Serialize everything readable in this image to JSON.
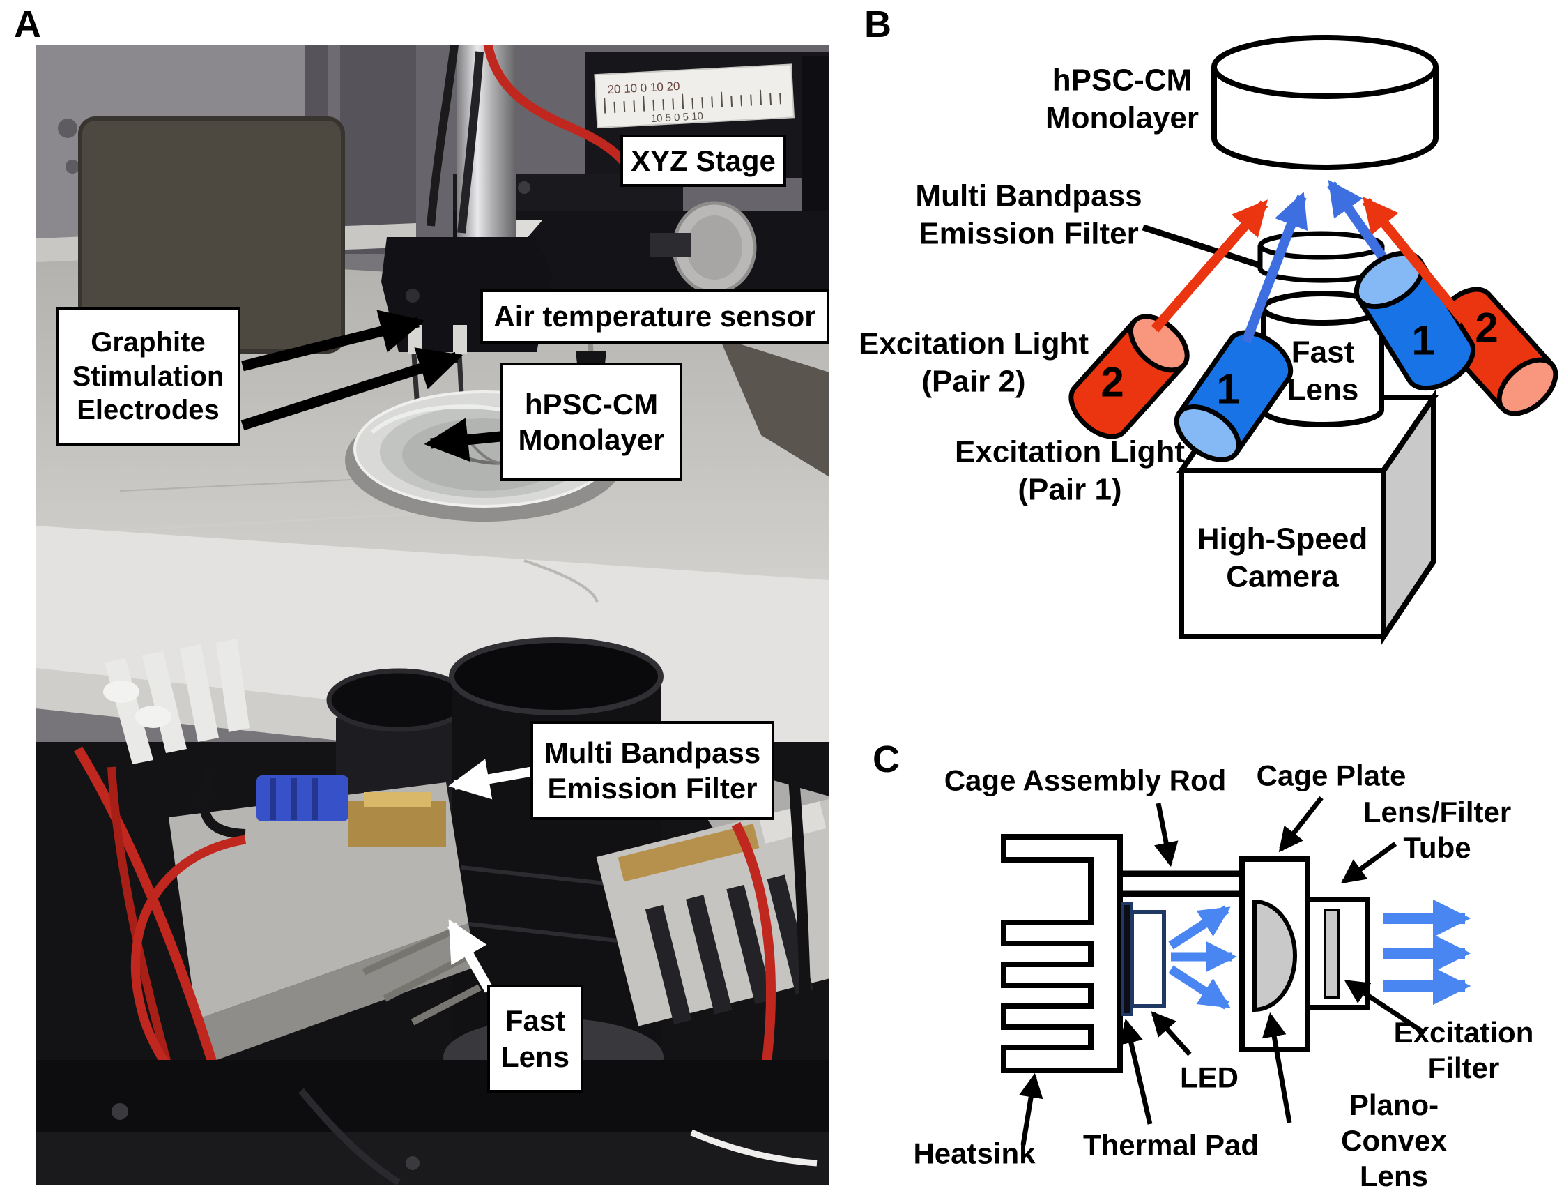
{
  "figure_title": "Optical mapping system figure",
  "panelA": {
    "tag": "A",
    "labels": {
      "graphite_electrodes": "Graphite\nStimulation\nElectrodes",
      "xyz_stage": "XYZ Stage",
      "air_temp_sensor": "Air temperature sensor",
      "monolayer": "hPSC-CM\nMonolayer",
      "emission_filter": "Multi Bandpass\nEmission Filter",
      "fast_lens": "Fast\nLens",
      "ruler_top": "20      10       0       10      20",
      "ruler_bottom": "10  5  0  5  10"
    }
  },
  "panelB": {
    "tag": "B",
    "labels": {
      "monolayer": "hPSC-CM\nMonolayer",
      "emission_filter": "Multi Bandpass\nEmission Filter",
      "excitation_pair2": "Excitation Light\n(Pair 2)",
      "excitation_pair1": "Excitation Light\n(Pair 1)",
      "fast_lens": "Fast\nLens",
      "camera": "High-Speed\nCamera",
      "pair1_num_left": "1",
      "pair1_num_right": "1",
      "pair2_num_left": "2",
      "pair2_num_right": "2"
    }
  },
  "panelC": {
    "tag": "C",
    "labels": {
      "cage_rod": "Cage Assembly Rod",
      "cage_plate": "Cage Plate",
      "lens_filter_tube": "Lens/Filter Tube",
      "heatsink": "Heatsink",
      "thermal_pad": "Thermal Pad",
      "led": "LED",
      "plano_convex": "Plano-Convex Lens",
      "excitation_filter": "Excitation Filter"
    }
  },
  "colors": {
    "excitation_blue": "#1874E6",
    "excitation_blue_light": "#85B9F5",
    "excitation_red": "#EB3410",
    "excitation_red_light": "#F9977E",
    "arrow_blue_panelB": "#3E6FE1",
    "arrow_blue_panelC": "#4A86F2",
    "diagram_gray": "#C9C9C9",
    "outline": "#000000"
  }
}
